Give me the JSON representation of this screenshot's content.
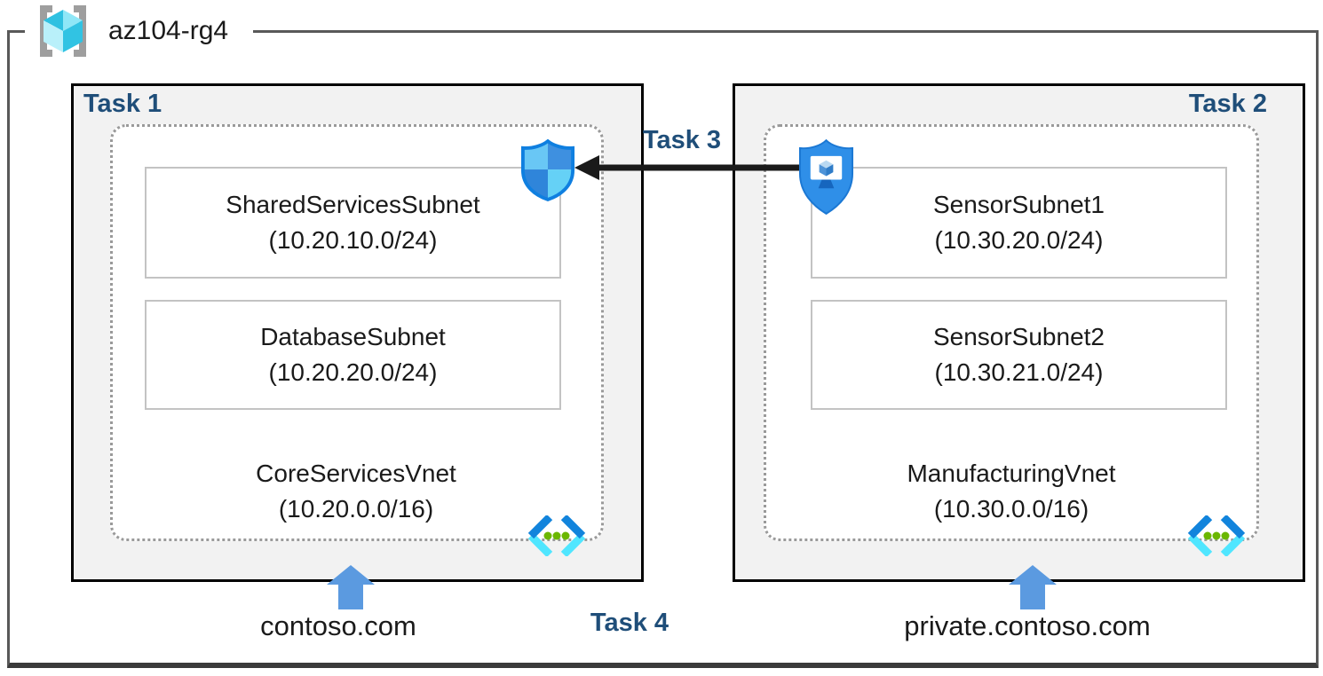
{
  "resource_group": {
    "name": "az104-rg4"
  },
  "tasks": {
    "task1": "Task 1",
    "task2": "Task 2",
    "task3": "Task 3",
    "task4": "Task 4"
  },
  "vnets": [
    {
      "name": "CoreServicesVnet",
      "cidr": "(10.20.0.0/16)",
      "task_label": "Task 1",
      "dns_label": "contoso.com",
      "subnets": [
        {
          "name": "SharedServicesSubnet",
          "cidr": "(10.20.10.0/24)"
        },
        {
          "name": "DatabaseSubnet",
          "cidr": "(10.20.20.0/24)"
        }
      ]
    },
    {
      "name": "ManufacturingVnet",
      "cidr": "(10.30.0.0/16)",
      "task_label": "Task 2",
      "dns_label": "private.contoso.com",
      "subnets": [
        {
          "name": "SensorSubnet1",
          "cidr": "(10.30.20.0/24)"
        },
        {
          "name": "SensorSubnet2",
          "cidr": "(10.30.21.0/24)"
        }
      ]
    }
  ],
  "icons": {
    "resource_group": "azure-resource-group-icon",
    "nsg": "network-security-group-shield-icon",
    "protected_vm": "shield-with-monitor-icon",
    "virtual_network": "virtual-network-chevrons-icon",
    "dns_pointer": "blue-up-arrow",
    "peering_pointer": "black-left-arrow"
  },
  "colors": {
    "task_label": "#1F4E79",
    "zone_fill": "#F2F2F2",
    "zone_border": "#000000",
    "frame_border": "#595959",
    "dotted_border": "#9A9A9A",
    "subnet_border": "#C3C3C3",
    "dns_arrow_blue": "#5B9AE0",
    "peering_arrow_black": "#1A1A1A",
    "nsg_border_blue": "#0F7FE0",
    "vnet_chevron_dark": "#1284DC",
    "vnet_chevron_light": "#50E6FF",
    "vnet_dot_green": "#6BB700",
    "cube_cyan": "#2FC1E1"
  }
}
